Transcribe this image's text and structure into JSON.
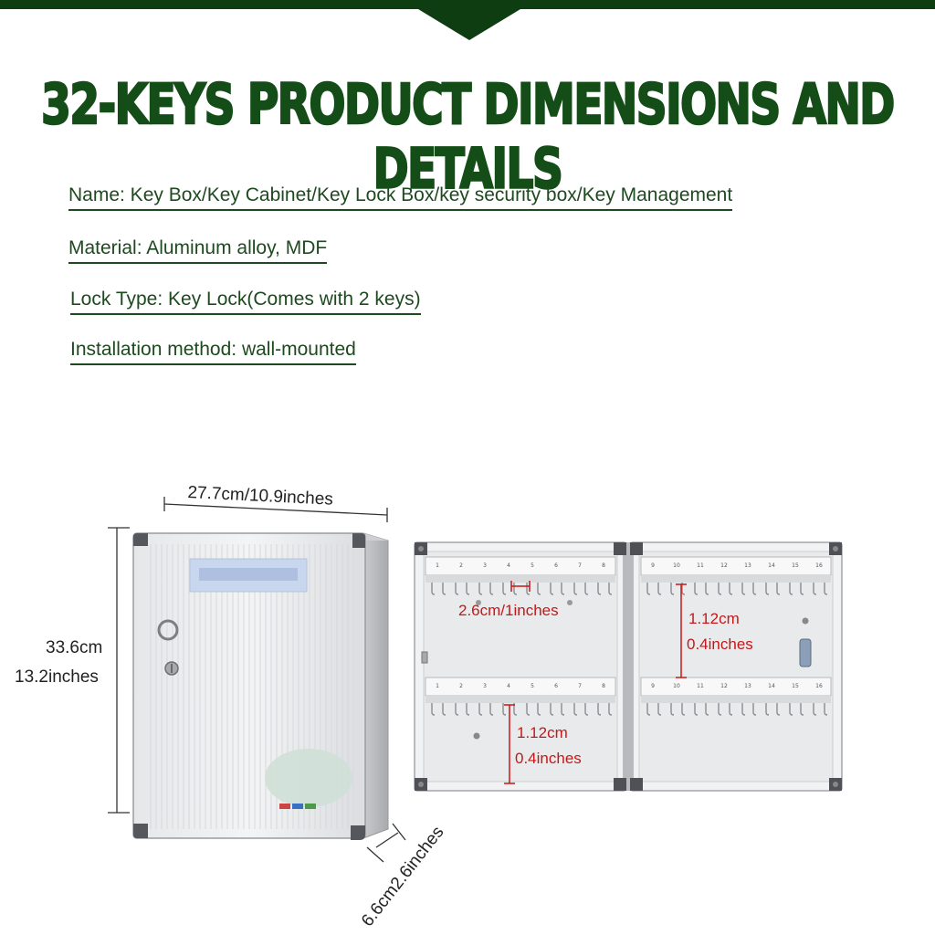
{
  "title": "32-KEYS PRODUCT DIMENSIONS AND DETAILS",
  "details": [
    "Name: Key Box/Key Cabinet/Key Lock Box/key security box/Key Management",
    "Material: Aluminum alloy, MDF",
    "Lock Type: Key Lock(Comes with 2 keys)",
    "Installation method: wall-mounted"
  ],
  "dimensions": {
    "width": "27.7cm/10.9inches",
    "height_cm": "33.6cm",
    "height_in": "13.2inches",
    "depth": "6.6cm2.6inches",
    "hook_spacing": "2.6cm/1inches",
    "rail_gap_right_cm": "1.12cm",
    "rail_gap_right_in": "0.4inches",
    "rail_gap_left_cm": "1.12cm",
    "rail_gap_left_in": "0.4inches"
  },
  "hook_numbers": {
    "left": [
      "1",
      "2",
      "3",
      "4",
      "5",
      "6",
      "7",
      "8"
    ],
    "right": [
      "9",
      "10",
      "11",
      "12",
      "13",
      "14",
      "15",
      "16"
    ]
  },
  "colors": {
    "brand_green": "#144d17",
    "dimension_red": "#c41818"
  }
}
